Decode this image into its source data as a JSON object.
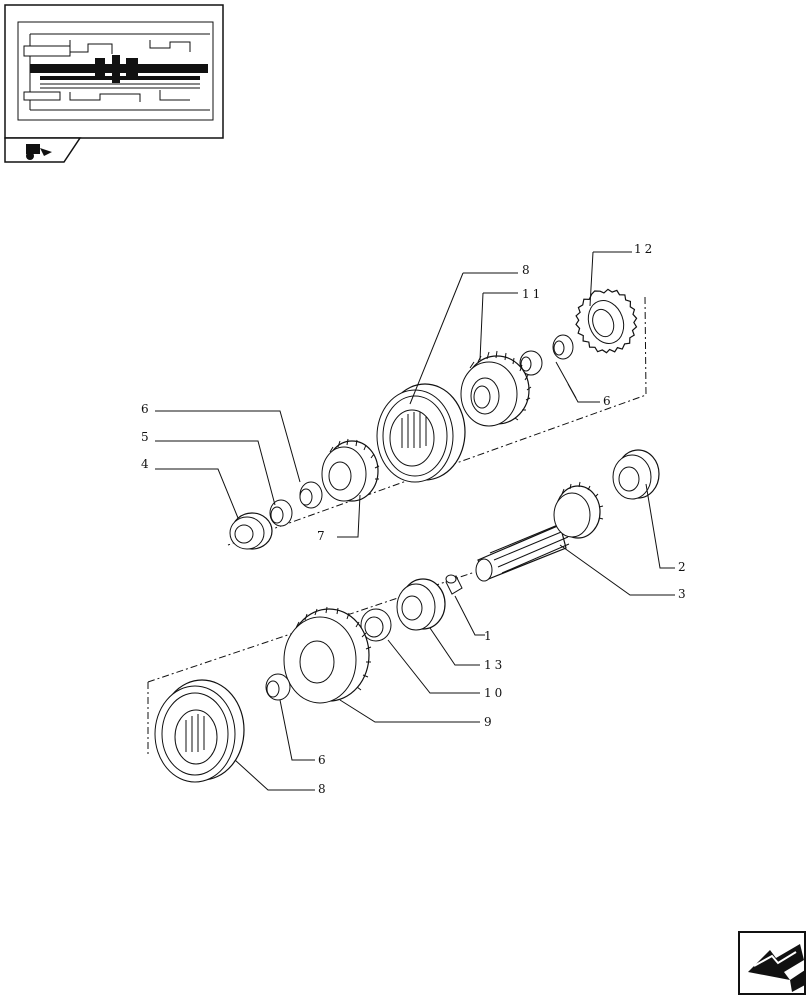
{
  "labels": {
    "p1": "1",
    "p2": "2",
    "p3": "3",
    "p4": "4",
    "p5": "5",
    "p6a": "6",
    "p6b": "6",
    "p6c": "6",
    "p7": "7",
    "p8a": "8",
    "p8b": "8",
    "p9": "9",
    "p10": "10",
    "p11": "11",
    "p12": "12",
    "p13": "13"
  },
  "icons": {
    "locator": "transmission-locator-thumbnail-icon",
    "tractor": "tractor-icon",
    "nav": "previous-page-arrow-icon"
  },
  "colors": {
    "line": "#111111",
    "background": "#ffffff"
  }
}
